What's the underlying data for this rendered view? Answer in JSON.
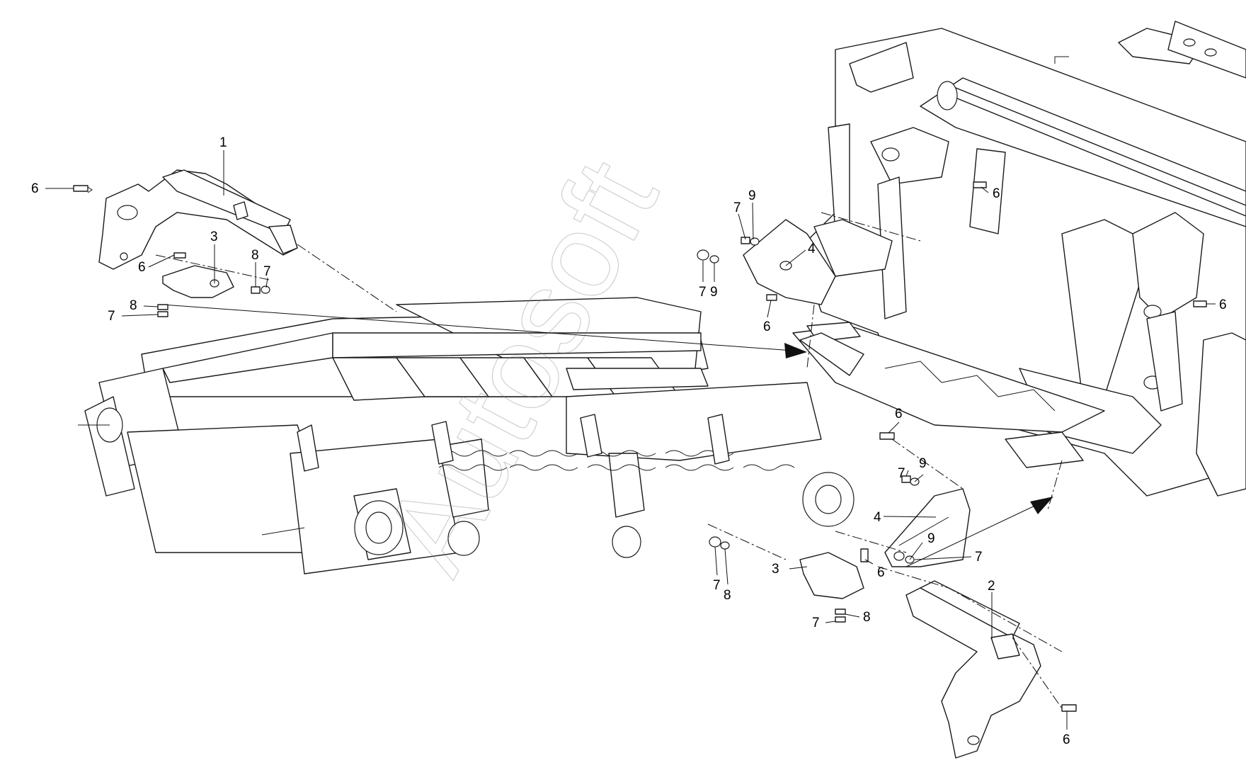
{
  "watermark": "Autosoft",
  "callouts": {
    "c1": "1",
    "c2": "2",
    "c3a": "3",
    "c3b": "3",
    "c4a": "4",
    "c4b": "4",
    "c6a": "6",
    "c6b": "6",
    "c6c": "6",
    "c6d": "6",
    "c6e": "6",
    "c6f": "6",
    "c6g": "6",
    "c7a": "7",
    "c7b": "7",
    "c7c": "7",
    "c7d": "7",
    "c7e": "7",
    "c7f": "7",
    "c7g": "7",
    "c7h": "7",
    "c8a": "8",
    "c8b": "8",
    "c8c": "8",
    "c8d": "8",
    "c9a": "9",
    "c9b": "9",
    "c9c": "9",
    "c9d": "9"
  },
  "colors": {
    "line": "#1a1a1a",
    "background": "#ffffff"
  }
}
